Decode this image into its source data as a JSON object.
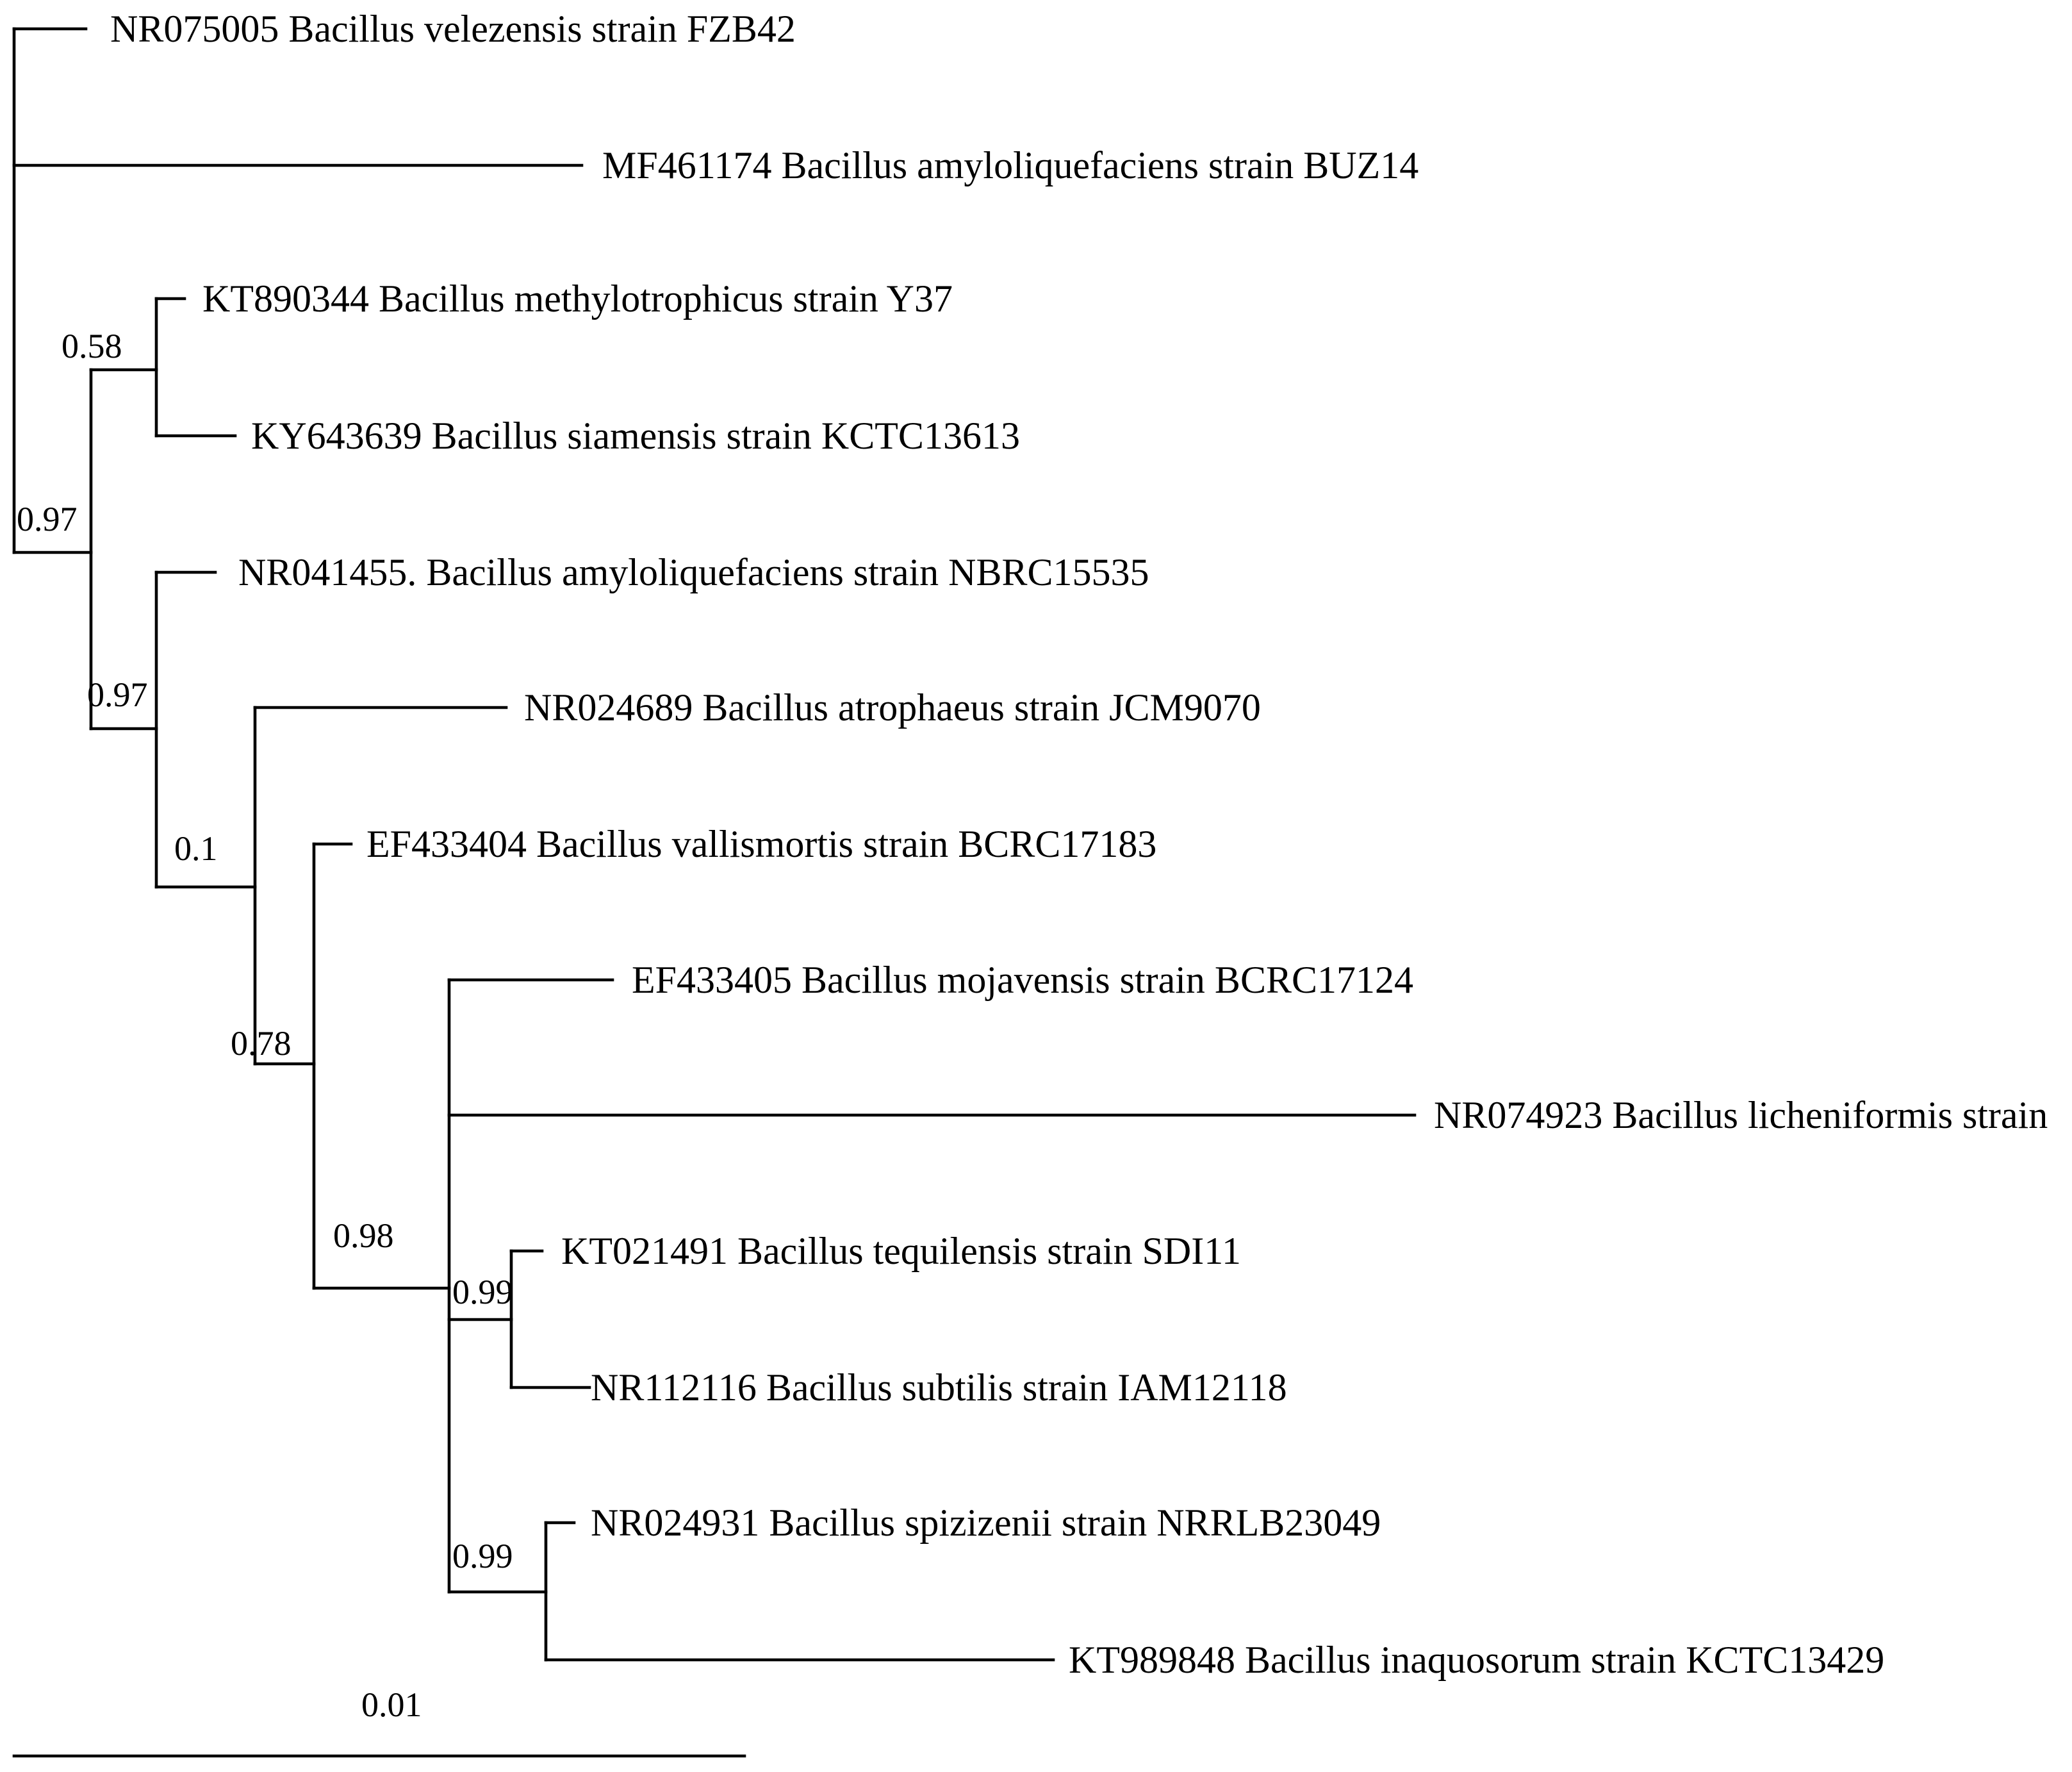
{
  "figure": {
    "line_color": "#000000",
    "background": "#ffffff"
  },
  "taxa": [
    "NR075005 Bacillus velezensis strain FZB42",
    "MF461174 Bacillus amyloliquefaciens strain BUZ14",
    "KT890344 Bacillus methylotrophicus strain Y37",
    "KY643639 Bacillus siamensis strain KCTC13613",
    "NR041455. Bacillus amyloliquefaciens strain NBRC15535",
    "NR024689 Bacillus atrophaeus strain JCM9070",
    "EF433404 Bacillus vallismortis strain BCRC17183",
    "EF433405 Bacillus mojavensis strain BCRC17124",
    "NR074923 Bacillus licheniformis strain",
    "KT021491 Bacillus tequilensis strain SDI11",
    "NR112116 Bacillus subtilis strain IAM12118",
    "NR024931 Bacillus spizizenii strain NRRLB23049",
    "KT989848 Bacillus inaquosorum strain KCTC13429"
  ],
  "support_values": {
    "methylotrophicus_siamensis": "0.58",
    "root_inner": "0.97",
    "amyloliquefaciens_clade": "0.97",
    "atrophaeus_clade": "0.1",
    "vallismortis_clade": "0.78",
    "mojavensis_clade": "0.98",
    "tequilensis_subtilis": "0.99",
    "spizizenii_inaquosorum": "0.99"
  },
  "scale_bar": {
    "label": "0.01"
  }
}
